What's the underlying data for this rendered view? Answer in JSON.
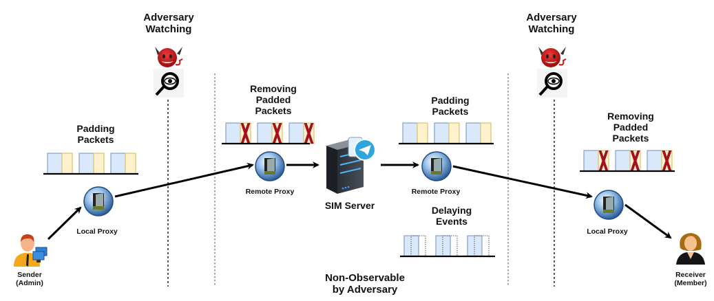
{
  "diagram": {
    "title_center": "Non-Observable by Adversary",
    "title_center_lines": [
      "Non-Observable",
      "by Adversary"
    ],
    "adversary_left": {
      "lines": [
        "Adversary",
        "Watching"
      ],
      "icons": [
        "devil-icon",
        "eye-magnifier-icon"
      ]
    },
    "adversary_right": {
      "lines": [
        "Adversary",
        "Watching"
      ],
      "icons": [
        "devil-icon",
        "eye-magnifier-icon"
      ]
    },
    "nodes": {
      "sender": {
        "lines": [
          "Sender",
          "(Admin)"
        ],
        "icon": "user-computer-icon"
      },
      "local_proxy_left": {
        "label": "Local Proxy",
        "icon": "proxy-globe-door-icon"
      },
      "remote_proxy_left": {
        "label": "Remote Proxy",
        "icon": "proxy-globe-door-icon"
      },
      "sim_server": {
        "label": "SIM Server",
        "icon": "server-telegram-icon"
      },
      "remote_proxy_right": {
        "label": "Remote Proxy",
        "icon": "proxy-globe-door-icon"
      },
      "local_proxy_right": {
        "label": "Local Proxy",
        "icon": "proxy-globe-door-icon"
      },
      "receiver": {
        "lines": [
          "Receiver",
          "(Member)"
        ],
        "icon": "user-female-icon"
      }
    },
    "packet_groups": {
      "padding_left": {
        "lines": [
          "Padding",
          "Packets"
        ],
        "type": "padding",
        "count": 3
      },
      "removing_left": {
        "lines": [
          "Removing",
          "Padded",
          "Packets"
        ],
        "type": "removed",
        "count": 3
      },
      "padding_right": {
        "lines": [
          "Padding",
          "Packets"
        ],
        "type": "padding",
        "count": 3
      },
      "delaying": {
        "lines": [
          "Delaying",
          "Events"
        ],
        "type": "delayed",
        "count": 3
      },
      "removing_right": {
        "lines": [
          "Removing",
          "Padded",
          "Packets"
        ],
        "type": "removed",
        "count": 3
      }
    },
    "flow": [
      "sender",
      "local_proxy_left",
      "remote_proxy_left",
      "sim_server",
      "remote_proxy_right",
      "local_proxy_right",
      "receiver"
    ],
    "colors": {
      "real_packet_fill": "#dae8fc",
      "real_packet_stroke": "#6c8ebf",
      "pad_packet_fill": "#fff2cc",
      "pad_packet_stroke": "#d6b656",
      "cross": "#a50f1e",
      "devil": "#cc1111"
    }
  }
}
